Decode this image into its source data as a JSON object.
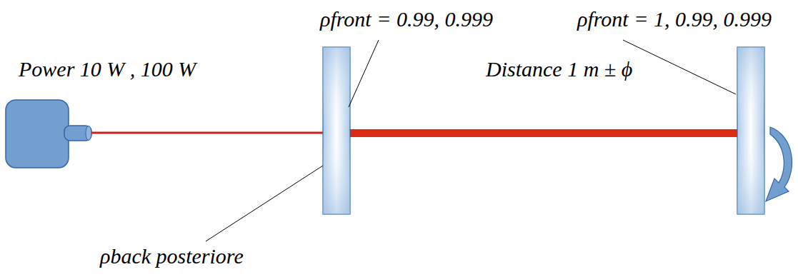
{
  "diagram": {
    "labels": [
      "Power 10 W , 100 W",
      "ρfront = 0.99, 0.999",
      "ρfront = 1, 0.99, 0.999",
      "Distance 1 m ± ϕ",
      "ρback posteriore"
    ]
  }
}
